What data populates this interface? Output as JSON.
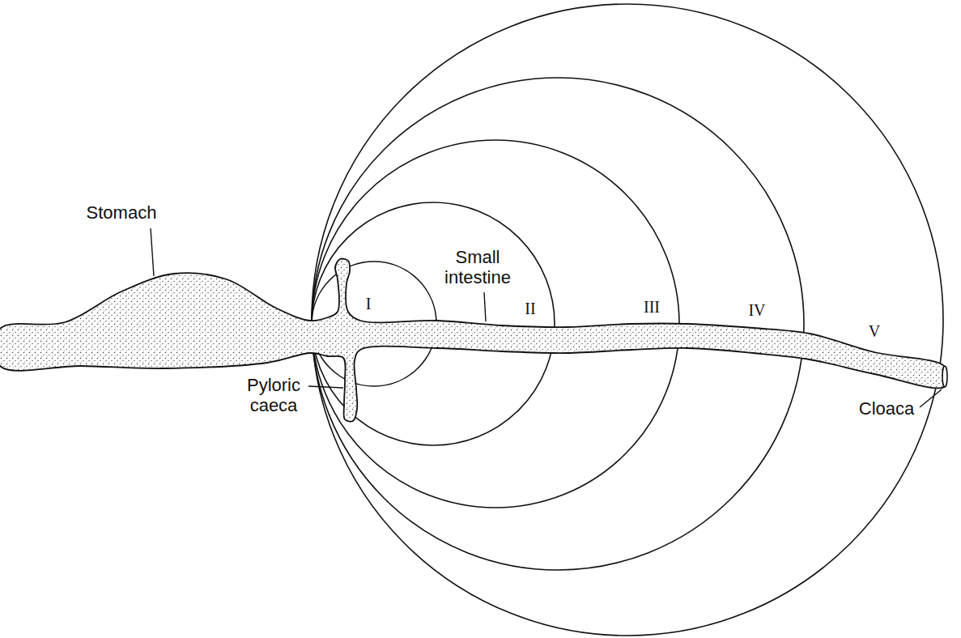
{
  "diagram": {
    "labels": [
      "Stomach",
      "Small intestine",
      "Pyloric caeca",
      "Cloaca",
      "I",
      "II",
      "III",
      "IV",
      "V"
    ]
  }
}
